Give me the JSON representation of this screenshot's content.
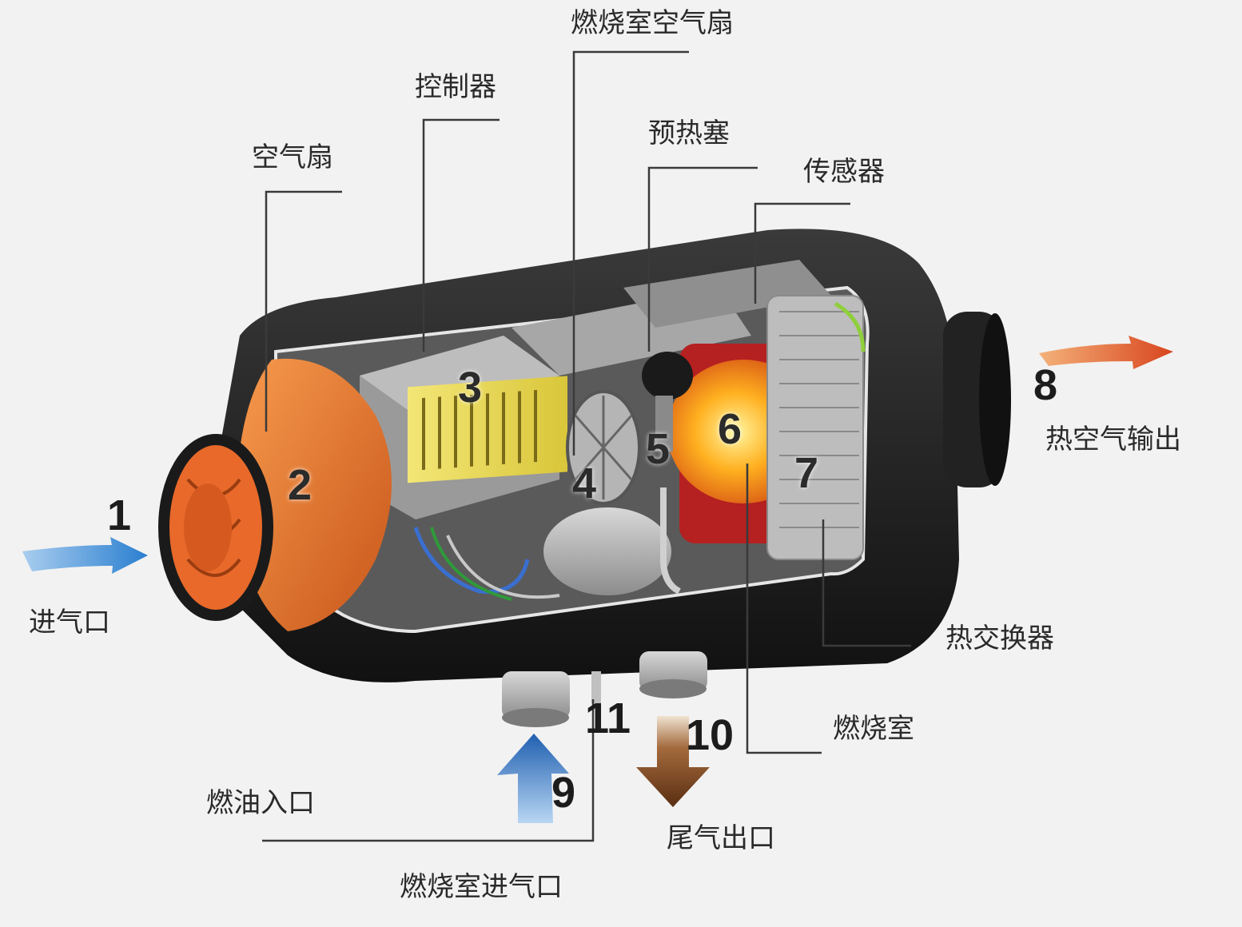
{
  "labels": {
    "intake": "进气口",
    "air_fan": "空气扇",
    "controller": "控制器",
    "combustion_fan": "燃烧室空气扇",
    "glow_plug": "预热塞",
    "sensor": "传感器",
    "hot_air_out": "热空气输出",
    "heat_exchanger": "热交换器",
    "combustion_chamber": "燃烧室",
    "fuel_inlet": "燃油入口",
    "exhaust_out": "尾气出口",
    "combustion_intake": "燃烧室进气口"
  },
  "numbers": {
    "n1": "1",
    "n2": "2",
    "n3": "3",
    "n4": "4",
    "n5": "5",
    "n6": "6",
    "n7": "7",
    "n8": "8",
    "n9": "9",
    "n10": "10",
    "n11": "11"
  },
  "colors": {
    "housing": "#1e1e1e",
    "fan_orange": "#e8732a",
    "controller_yellow": "#e8d84a",
    "flame": "#ff9a1a",
    "inlet_arrow": "#3f8fd8",
    "outlet_arrow": "#e0532a",
    "exhaust_arrow": "#6b3a1f",
    "leader_line": "#3a3a3a"
  }
}
